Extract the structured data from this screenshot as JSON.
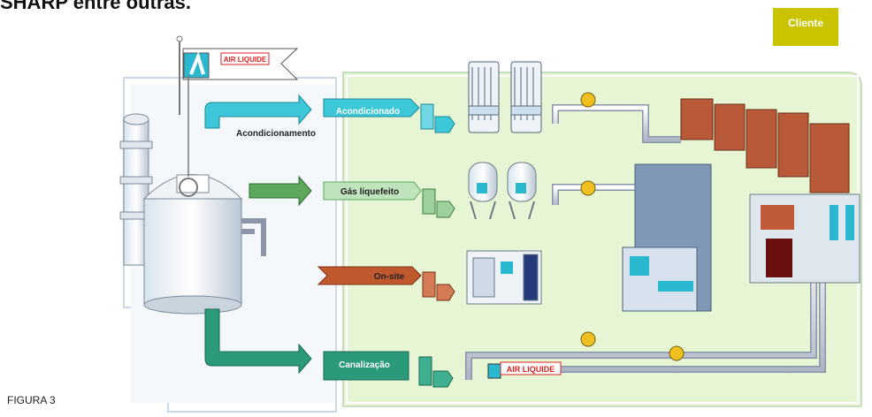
{
  "heading": "SHARP entre outras.",
  "cliente_label": "Cliente",
  "figure_label": "FIGURA 3",
  "brand_text": "AIR LIQUIDE",
  "process_label": "Acondicionamento",
  "channels": [
    {
      "label": "Acondicionado",
      "color": "#3cc8d8"
    },
    {
      "label": "Gás liquefeito",
      "color": "#5ea85e"
    },
    {
      "label": "On-site",
      "color": "#c0582e"
    },
    {
      "label": "Canalização",
      "color": "#2a9a7a"
    }
  ],
  "colors": {
    "client_area": "#e8f8d8",
    "cliente_box": "#c9c300",
    "pipe": "#c8ccd8",
    "roof": "#b85a3a"
  }
}
